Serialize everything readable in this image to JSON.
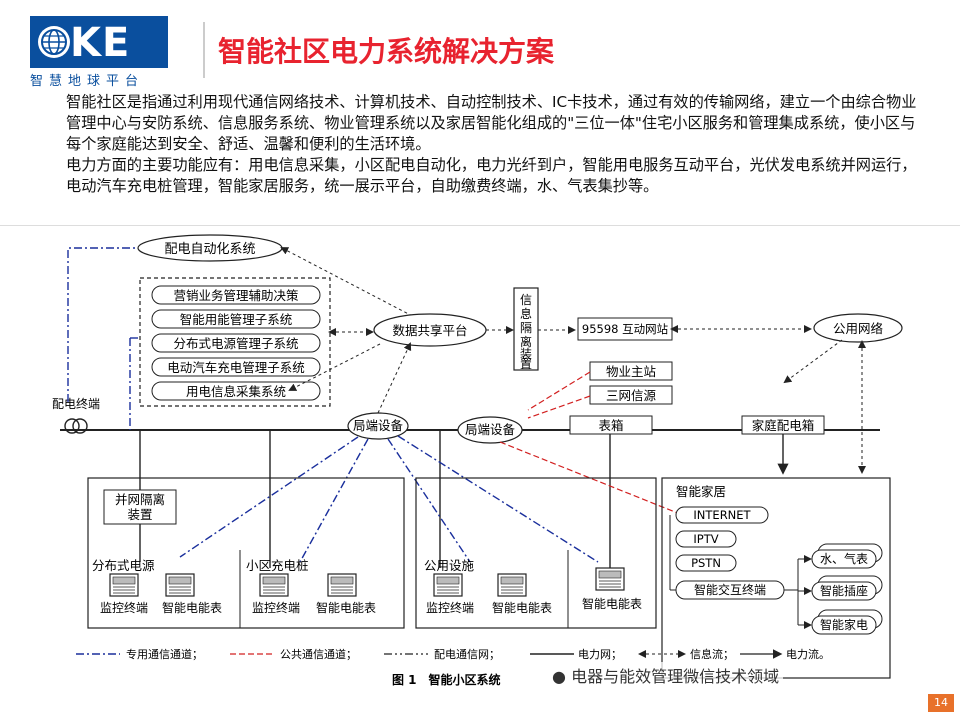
{
  "header": {
    "logo_text": "KE",
    "logo_subtitle": "智慧地球平台",
    "title": "智能社区电力系统解决方案"
  },
  "intro": {
    "paragraph1": "智能社区是指通过利用现代通信网络技术、计算机技术、自动控制技术、IC卡技术，通过有效的传输网络，建立一个由综合物业管理中心与安防系统、信息服务系统、物业管理系统以及家居智能化组成的\"三位一体\"住宅小区服务和管理集成系统，使小区与每个家庭能达到安全、舒适、温馨和便利的生活环境。",
    "paragraph2": "电力方面的主要功能应有：用电信息采集，小区配电自动化，电力光纤到户，智能用电服务互动平台，光伏发电系统并网运行，电动汽车充电桩管理，智能家居服务，统一展示平台，自助缴费终端，水、气表集抄等。"
  },
  "diagram": {
    "distribution_automation": "配电自动化系统",
    "distribution_terminal": "配电终端",
    "subsystems": [
      "营销业务管理辅助决策",
      "智能用能管理子系统",
      "分布式电源管理子系统",
      "电动汽车充电管理子系统",
      "用电信息采集系统"
    ],
    "data_sharing_platform": "数据共享平台",
    "info_isolation_device": "信息隔离装置",
    "interactive_site": "95598 互动网站",
    "public_network": "公用网络",
    "property_master_station": "物业主站",
    "triple_network_source": "三网信源",
    "local_device_1": "局端设备",
    "local_device_2": "局端设备",
    "meter_box": "表箱",
    "home_distribution_box": "家庭配电箱",
    "grid_isolation_device": "并网隔离装置",
    "distributed_power": "分布式电源",
    "community_charging_pile": "小区充电桩",
    "public_facilities": "公用设施",
    "monitoring_terminal": "监控终端",
    "smart_meter": "智能电能表",
    "smart_home": {
      "title": "智能家居",
      "items": [
        "INTERNET",
        "IPTV",
        "PSTN"
      ],
      "interactive_terminal": "智能交互终端",
      "devices": [
        "水、气表",
        "智能插座",
        "智能家电"
      ]
    },
    "legend": {
      "dedicated_channel": "专用通信通道；",
      "public_channel": "公共通信通道；",
      "distribution_network": "配电通信网；",
      "power_network": "电力网；",
      "info_flow": "信息流；",
      "power_flow": "电力流。"
    },
    "figure_caption": "图 1　智能小区系统"
  },
  "footer": {
    "watermark": "电器与能效管理微信技术领域",
    "page_number": "14"
  },
  "colors": {
    "title_red": "#e8232f",
    "logo_blue": "#0a4f9e",
    "dedicated_channel": "#1a2f9c",
    "public_channel": "#d22020",
    "page_badge": "#e8712a"
  }
}
